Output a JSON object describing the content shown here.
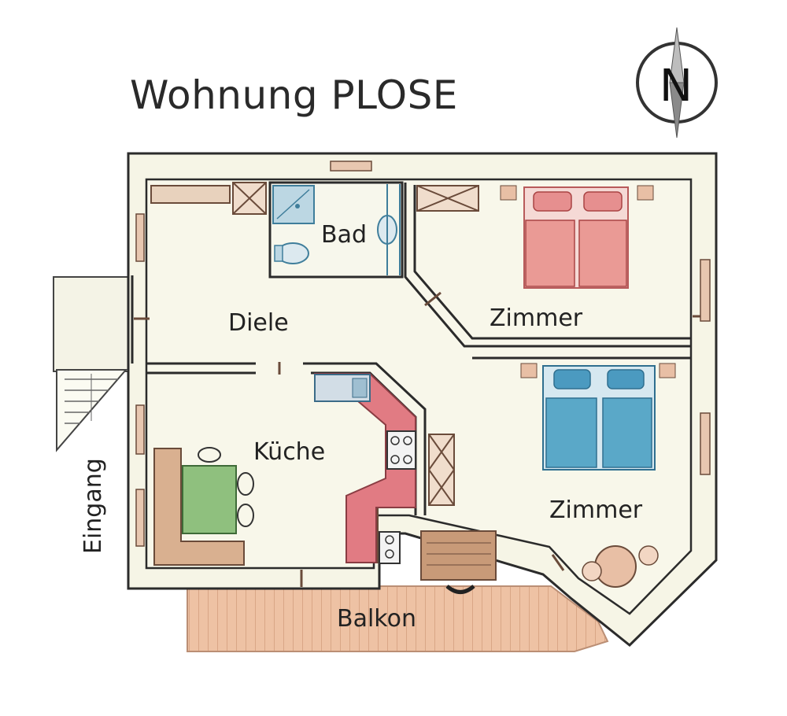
{
  "title": "Wohnung PLOSE",
  "compass": {
    "letter": "N",
    "icon": "compass-north-icon"
  },
  "rooms": {
    "bad": "Bad",
    "diele": "Diele",
    "zimmer_north": "Zimmer",
    "kueche": "Küche",
    "zimmer_south": "Zimmer",
    "balkon": "Balkon",
    "eingang": "Eingang"
  },
  "colors": {
    "wall_fill": "#f7f7ec",
    "wall_stroke": "#2b2b2b",
    "floor": "#f6f5e6",
    "bath_blue": "#5aa3bf",
    "bed_red": "#e68f8f",
    "bed_blue": "#4b9ac0",
    "kitchen_counter": "#d9606a",
    "table_green": "#79b16c",
    "balcony": "#e9b89a",
    "wood": "#c89a78"
  }
}
